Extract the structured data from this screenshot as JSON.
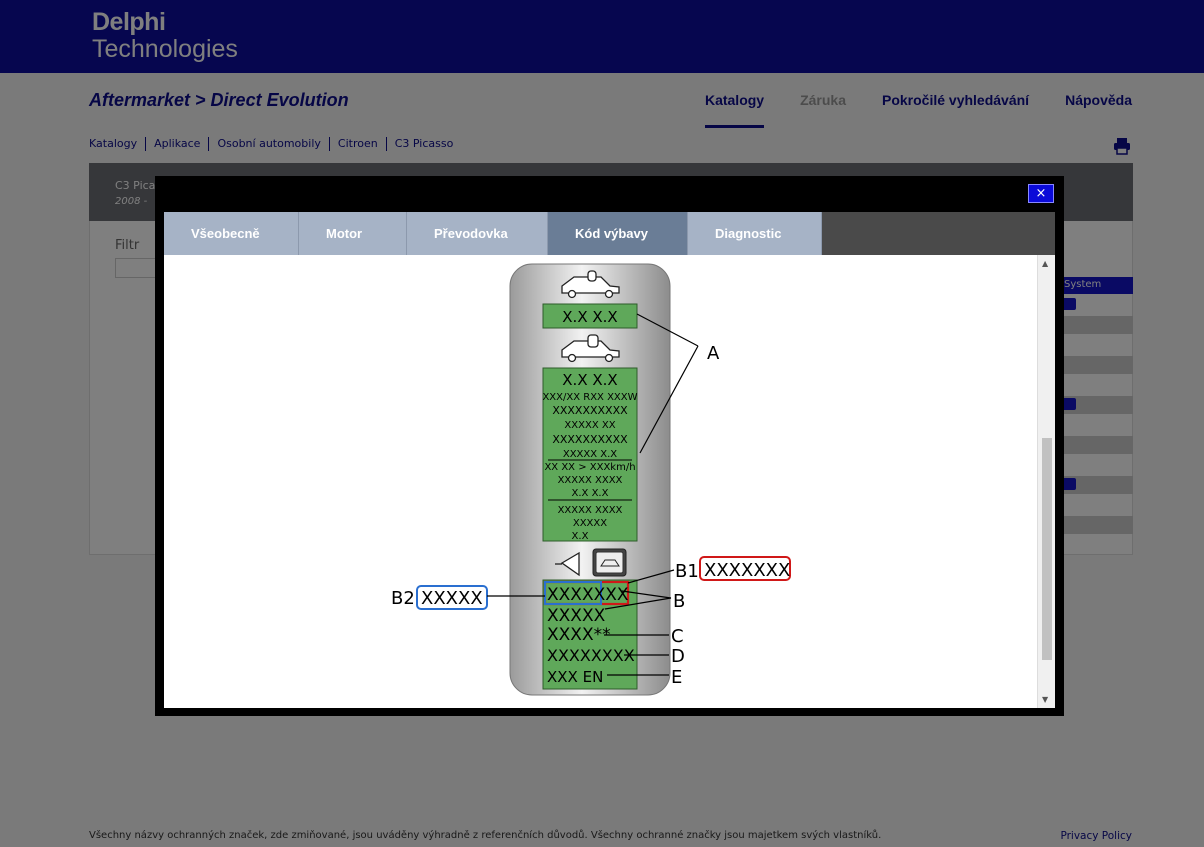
{
  "header": {
    "logo_line1": "Delphi",
    "logo_line2": "Technologies",
    "page_title": "Aftermarket > Direct Evolution"
  },
  "nav": [
    "Katalogy",
    "Záruka",
    "Pokročilé vyhledávání",
    "Nápověda"
  ],
  "breadcrumbs": [
    "Katalogy",
    "Aplikace",
    "Osobní automobily",
    "Citroen",
    "C3 Picasso"
  ],
  "background": {
    "model_name": "C3 Pica",
    "model_years": "2008 -",
    "filter_label": "Filtr",
    "system_label": "System"
  },
  "footer": {
    "note": "Všechny názvy ochranných značek, zde zmiňované, jsou uváděny výhradně z referenčních důvodů. Všechny ochranné značky jsou majetkem svých vlastníků.",
    "privacy": "Privacy Policy"
  },
  "modal": {
    "close": "×",
    "tabs": [
      "Všeobecně",
      "Motor",
      "Převodovka",
      "Kód výbavy",
      "Diagnostic"
    ],
    "active_tab": "Kód výbavy"
  },
  "diagram": {
    "top_values": "X.X    X.X",
    "mid_values": "X.X    X.X",
    "lines": [
      "XXX/XX RXX XXXW",
      "XXXXXXXXXX",
      "XXXXX  XX",
      "XXXXXXXXXX",
      "XXXXX     X.X",
      "XX XX > XXXkm/h",
      "XXXXX  XXXX",
      "X.X    X.X",
      "XXXXX  XXXX",
      "XXXXX",
      "X.X"
    ],
    "code_lines": [
      "XXXXXXX",
      "XXXXX",
      "XXXX**",
      "XXXXXXXX",
      "XXX EN"
    ],
    "label_a": "A",
    "label_b": "B",
    "label_b1": "B1",
    "label_b2": "B2",
    "label_c": "C",
    "label_d": "D",
    "label_e": "E",
    "box_b1": "XXXXXXX",
    "box_b2": "XXXXX"
  },
  "colors": {
    "brand_blue": "#0c0c9e",
    "tab_bg": "#a6b3c6",
    "tab_active": "#6a7d96",
    "lcd_green": "#5fa85a",
    "red": "#d01818",
    "blue_box": "#2a6fd0"
  },
  "icons": [
    "printer-icon",
    "close-icon",
    "car-icon",
    "horn-icon",
    "scroll-up-icon",
    "scroll-down-icon"
  ]
}
